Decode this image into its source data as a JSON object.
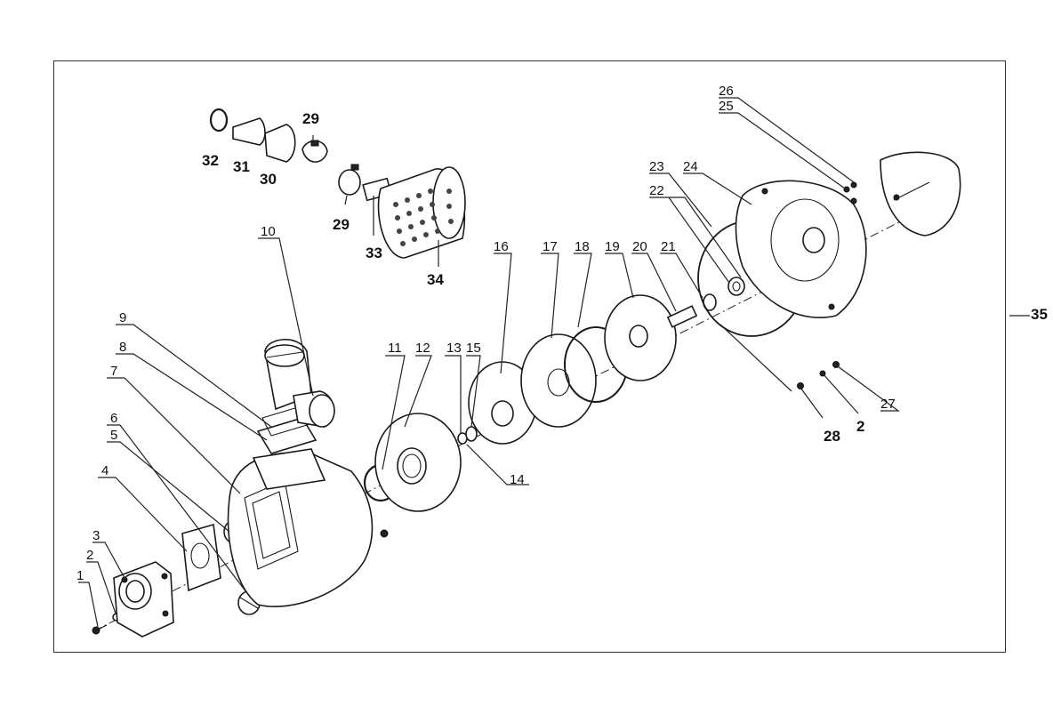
{
  "diagram": {
    "labels": [
      {
        "id": "p1",
        "text": "1"
      },
      {
        "id": "p2a",
        "text": "2"
      },
      {
        "id": "p3",
        "text": "3"
      },
      {
        "id": "p4",
        "text": "4"
      },
      {
        "id": "p5",
        "text": "5"
      },
      {
        "id": "p6",
        "text": "6"
      },
      {
        "id": "p7",
        "text": "7"
      },
      {
        "id": "p8",
        "text": "8"
      },
      {
        "id": "p9",
        "text": "9"
      },
      {
        "id": "p10",
        "text": "10"
      },
      {
        "id": "p11",
        "text": "11"
      },
      {
        "id": "p12",
        "text": "12"
      },
      {
        "id": "p13",
        "text": "13"
      },
      {
        "id": "p14",
        "text": "14"
      },
      {
        "id": "p15",
        "text": "15"
      },
      {
        "id": "p16",
        "text": "16"
      },
      {
        "id": "p17",
        "text": "17"
      },
      {
        "id": "p18",
        "text": "18"
      },
      {
        "id": "p19",
        "text": "19"
      },
      {
        "id": "p20",
        "text": "20"
      },
      {
        "id": "p21",
        "text": "21"
      },
      {
        "id": "p22",
        "text": "22"
      },
      {
        "id": "p23",
        "text": "23"
      },
      {
        "id": "p24",
        "text": "24"
      },
      {
        "id": "p25",
        "text": "25"
      },
      {
        "id": "p26",
        "text": "26"
      },
      {
        "id": "p27",
        "text": "27"
      },
      {
        "id": "p28",
        "text": "28"
      },
      {
        "id": "p2b",
        "text": "2"
      },
      {
        "id": "p29a",
        "text": "29"
      },
      {
        "id": "p29b",
        "text": "29"
      },
      {
        "id": "p30",
        "text": "30"
      },
      {
        "id": "p31",
        "text": "31"
      },
      {
        "id": "p32",
        "text": "32"
      },
      {
        "id": "p33",
        "text": "33"
      },
      {
        "id": "p34",
        "text": "34"
      },
      {
        "id": "p35",
        "text": "35"
      }
    ]
  }
}
